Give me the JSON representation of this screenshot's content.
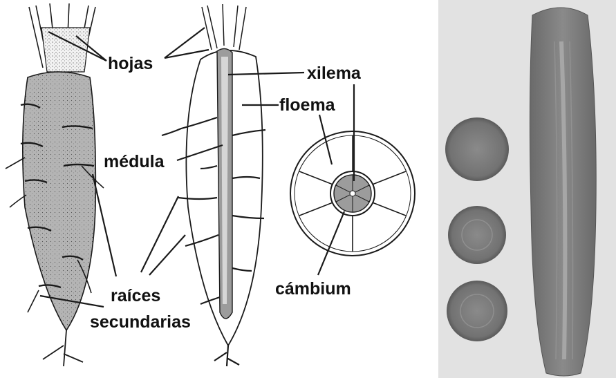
{
  "labels": {
    "hojas": "hojas",
    "xilema": "xilema",
    "floema": "floema",
    "medula": "médula",
    "raices": "raíces",
    "secundarias": "secundarias",
    "cambium": "cámbium"
  },
  "colors": {
    "root_fill": "#b4b4b4",
    "xylem_fill": "#9c9c9c",
    "photo_bg": "#e2e2e2",
    "photo_root": "#7b7b7b",
    "line": "#1a1a1a"
  },
  "icons": [
    "carrot-drawing",
    "carrot-longitudinal-section",
    "carrot-cross-section",
    "carrot-photo"
  ]
}
